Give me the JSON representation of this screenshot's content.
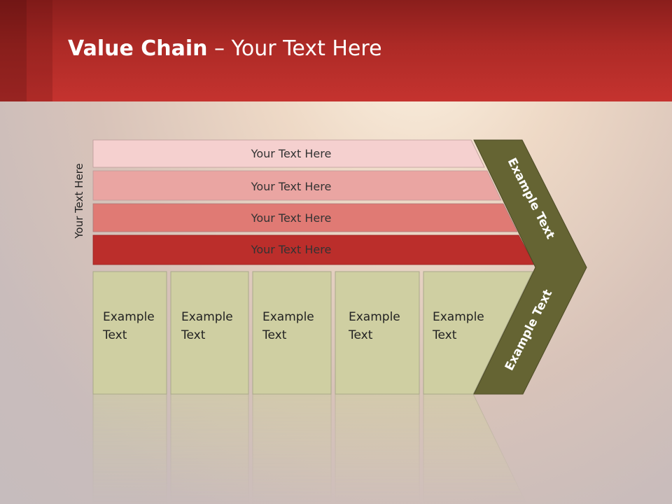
{
  "title": {
    "bold": "Value Chain",
    "rest": " – Your Text Here"
  },
  "side_label": "Your Text Here",
  "bars": [
    {
      "label": "Your Text Here",
      "color": "#f5d0cf"
    },
    {
      "label": "Your Text Here",
      "color": "#eaa5a2"
    },
    {
      "label": "Your Text Here",
      "color": "#e07a74"
    },
    {
      "label": "Your Text Here",
      "color": "#bb2e2b"
    }
  ],
  "boxes": [
    {
      "line1": "Example",
      "line2": "Text"
    },
    {
      "line1": "Example",
      "line2": "Text"
    },
    {
      "line1": "Example",
      "line2": "Text"
    },
    {
      "line1": "Example",
      "line2": "Text"
    },
    {
      "line1": "Example",
      "line2": "Text"
    }
  ],
  "chevron": {
    "upper": "Example Text",
    "lower": "Example Text",
    "color": "#656433"
  },
  "box_color": "#cfcfa2"
}
